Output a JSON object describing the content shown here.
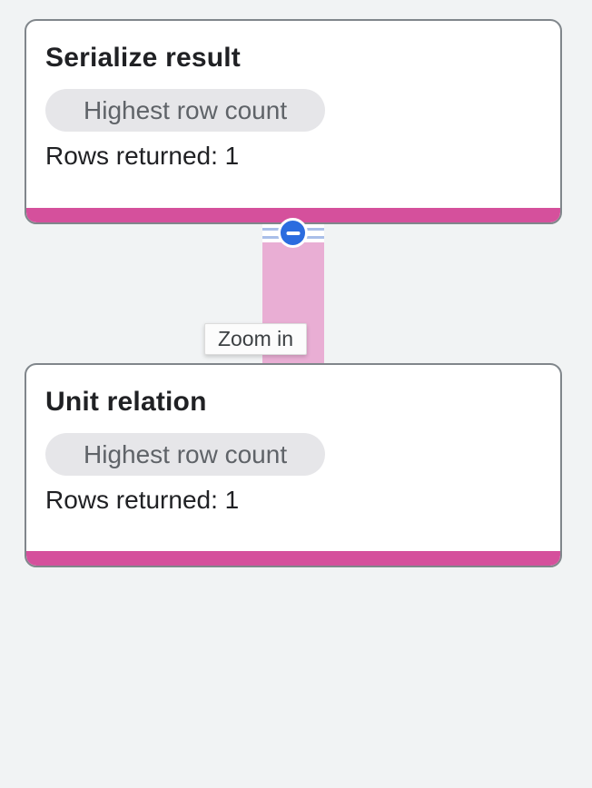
{
  "graph": {
    "nodes": [
      {
        "title": "Serialize result",
        "badge": "Highest row count",
        "rows": "Rows returned: 1"
      },
      {
        "title": "Unit relation",
        "badge": "Highest row count",
        "rows": "Rows returned: 1"
      }
    ],
    "edge": {
      "tooltip": "Zoom in",
      "collapse_icon": "minus-icon"
    },
    "colors": {
      "background": "#f1f3f4",
      "card_background": "#ffffff",
      "card_border": "#80868b",
      "accent_bar": "#d5509c",
      "edge_fill": "#e9aed4",
      "collapse_button_blue": "#2b6cdf",
      "rail_stripe_blue": "#aabfe9",
      "badge_background": "#e6e6e9",
      "badge_text": "#5f6368",
      "title_text": "#202124",
      "tooltip_text": "#3c4043"
    }
  }
}
